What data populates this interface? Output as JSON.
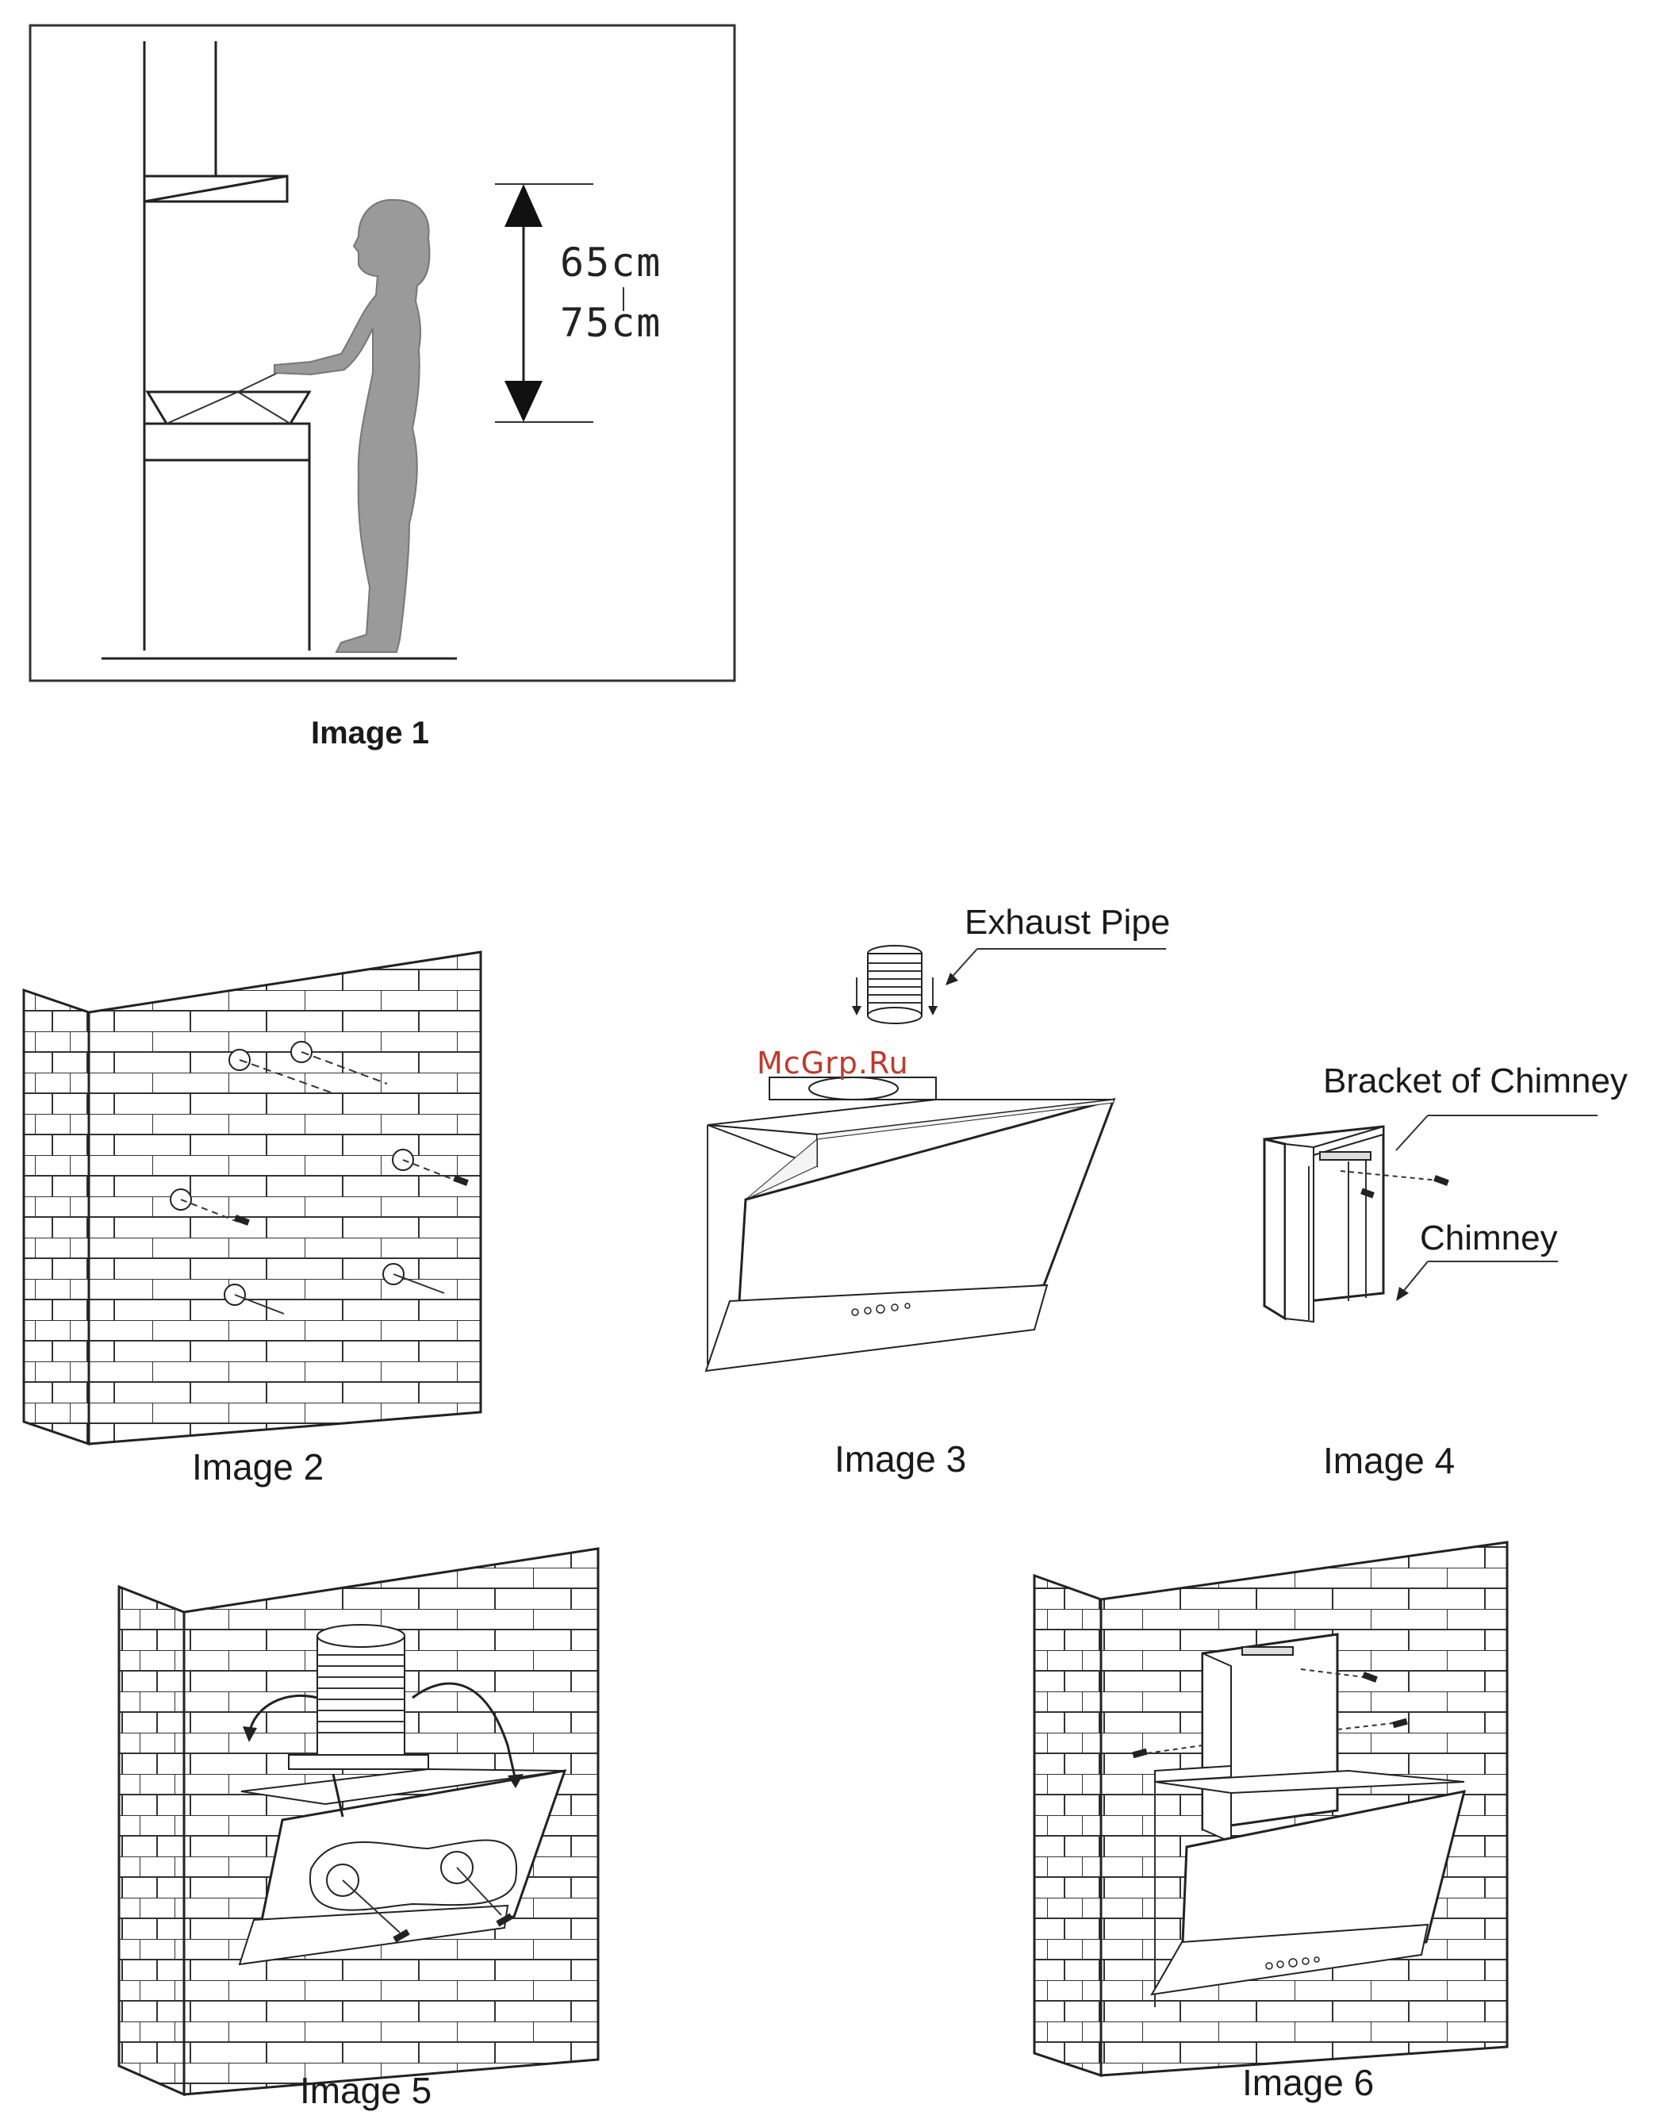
{
  "figures": {
    "image1": {
      "caption": "Image 1",
      "dim_top": "65cm",
      "dim_bottom": "75cm"
    },
    "image2": {
      "caption": "Image 2"
    },
    "image3": {
      "caption": "Image 3",
      "callout": "Exhaust Pipe",
      "watermark": "McGrp.Ru"
    },
    "image4": {
      "caption": "Image 4",
      "callout_bracket": "Bracket of Chimney",
      "callout_chimney": "Chimney"
    },
    "image5": {
      "caption": "Image 5"
    },
    "image6": {
      "caption": "Image 6"
    }
  }
}
